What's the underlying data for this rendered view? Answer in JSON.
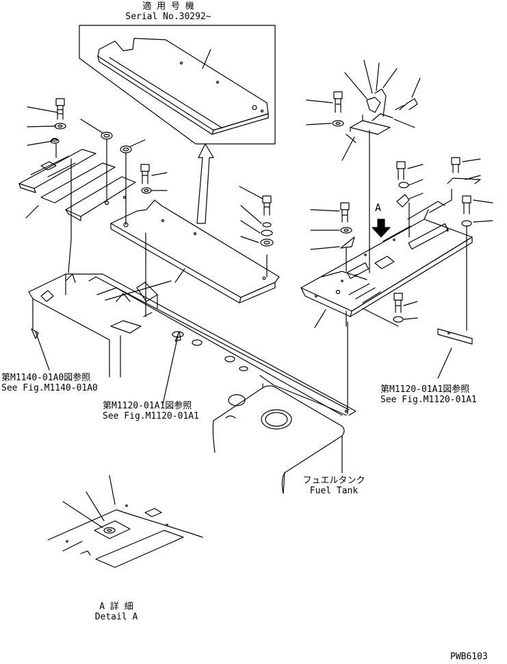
{
  "serial_box": {
    "title_jp": "適 用 号 機",
    "serial": "Serial No.30292~"
  },
  "fig_refs": {
    "left": {
      "jp": "第M1140-01A0図参照",
      "en": "See Fig.M1140-01A0"
    },
    "middle": {
      "jp": "第M1120-01A1図参照",
      "en": "See Fig.M1120-01A1"
    },
    "right": {
      "jp": "第M1120-01A1図参照",
      "en": "See Fig.M1120-01A1"
    }
  },
  "fuel_tank": {
    "jp": "フュエルタンク",
    "en": "Fuel Tank"
  },
  "detail": {
    "jp": "A 詳 細",
    "en": "Detail A"
  },
  "view_arrow_label": "A",
  "drawing_number": "PWB6103",
  "line_color": "#000000"
}
